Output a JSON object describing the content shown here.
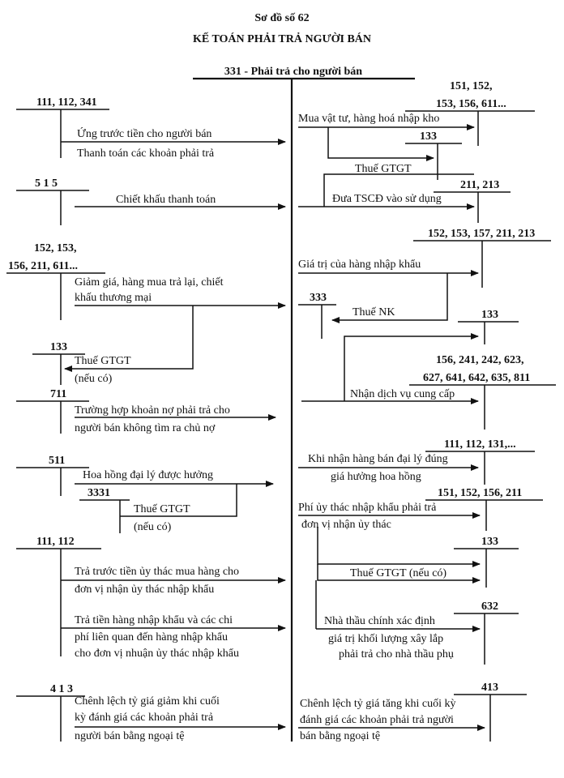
{
  "header": {
    "figure_number": "Sơ đồ số 62",
    "title": "KẾ TOÁN PHẢI TRẢ NGƯỜI BÁN"
  },
  "center_account": {
    "label": "331 - Phải trả cho người bán"
  },
  "accounts": {
    "a111_112_341": "111, 112, 341",
    "a515": "5 1 5",
    "a152_156_611": "152, 153,",
    "a152_156_611b": "156, 211, 611...",
    "a133_left": "133",
    "a711": "711",
    "a511": "511",
    "a3331": "3331",
    "a111_112": "111, 112",
    "a413_left": "4 1 3",
    "r151_top1": "151, 152,",
    "r151_top2": "153, 156, 611...",
    "r133_a": "133",
    "r211_213": "211, 213",
    "r152_213": "152, 153, 157, 211, 213",
    "r333": "333",
    "r133_b": "133",
    "r156_811a": "156, 241, 242, 623,",
    "r156_811b": "627, 641, 642, 635, 811",
    "r111_131": "111, 112, 131,...",
    "r151_211": "151, 152, 156, 211",
    "r133_c": "133",
    "r632": "632",
    "r413": "413"
  },
  "left_labels": {
    "l1": "Ứng trước tiền cho người bán",
    "l2": "Thanh toán các khoản phải trả",
    "l3": "Chiết khấu thanh toán",
    "l4a": "Giảm giá, hàng mua trả lại, chiết",
    "l4b": "khấu thương mại",
    "l5a": "Thuế GTGT",
    "l5b": "(nếu có)",
    "l6a": "Trường hợp khoản nợ phải trả cho",
    "l6b": "người bán không tìm ra chủ nợ",
    "l7": "Hoa hồng đại lý được hưởng",
    "l8a": "Thuế GTGT",
    "l8b": "(nếu có)",
    "l9a": "Trả trước tiền ủy thác mua hàng cho",
    "l9b": "đơn vị nhận ủy thác nhập khẩu",
    "l10a": "Trả tiền hàng nhập khẩu và các chi",
    "l10b": "phí liên quan đến hàng nhập khẩu",
    "l10c": "cho đơn vị nhuận ủy thác nhập khẩu",
    "l11a": "Chênh lệch tỷ giá giảm khi cuối",
    "l11b": "kỳ đánh giá các khoản phải trả",
    "l11c": "người bán bằng ngoại tệ"
  },
  "right_labels": {
    "r1": "Mua vật tư, hàng hoá nhập kho",
    "r2": "Thuế GTGT",
    "r3": "Đưa TSCĐ vào sử dụng",
    "r4": "Giá trị của hàng nhập khẩu",
    "r5": "Thuế NK",
    "r6": "Nhận dịch vụ cung cấp",
    "r7a": "Khi nhận hàng bán đại lý đúng",
    "r7b": "giá hưởng hoa hồng",
    "r8a": "Phí ủy thác nhập khẩu phải trả",
    "r8b": "đơn vị nhận ủy thác",
    "r9": "Thuế GTGT (nếu có)",
    "r10a": "Nhà thầu chính xác định",
    "r10b": "giá trị khối lượng xây lắp",
    "r10c": "phải trả cho nhà thầu phụ",
    "r11a": "Chênh lệch tỷ giá tăng khi cuối kỳ",
    "r11b": "đánh giá các khoản phải trả người",
    "r11c": "bán bằng ngoại tệ"
  }
}
